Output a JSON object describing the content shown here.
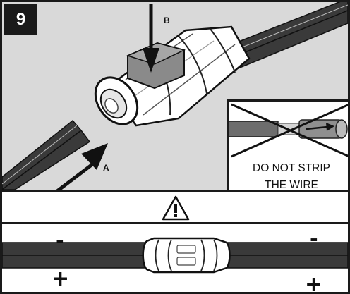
{
  "step": {
    "number": "9"
  },
  "labels": {
    "arrow_a": "A",
    "arrow_b": "B"
  },
  "warning": {
    "line1": "DO NOT STRIP",
    "line2": "THE WIRE"
  },
  "polarity": {
    "left_top": "-",
    "left_bottom": "+",
    "right_top": "-",
    "right_bottom": "+"
  },
  "caution": {
    "icon": "warning-triangle-icon"
  },
  "colors": {
    "panel_bg": "#d9d9d9",
    "wire": "#333333",
    "outline": "#1a1a1a"
  }
}
